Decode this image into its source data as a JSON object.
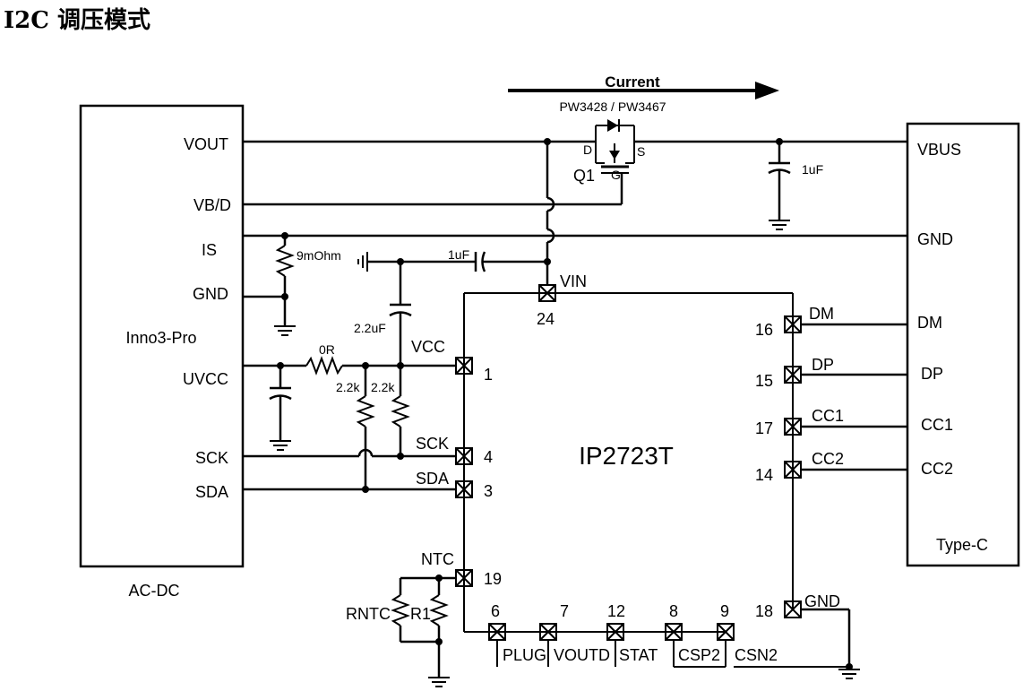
{
  "heading": "I2C 调压模式",
  "current": {
    "label": "Current",
    "part": "PW3428 / PW3467",
    "ref": "Q1",
    "pin_d": "D",
    "pin_s": "S",
    "pin_g": "G"
  },
  "acdc": {
    "name": "Inno3-Pro",
    "caption": "AC-DC",
    "pins": {
      "vout": "VOUT",
      "vbd": "VB/D",
      "is": "IS",
      "gnd": "GND",
      "uvcc": "UVCC",
      "sck": "SCK",
      "sda": "SDA"
    }
  },
  "typec": {
    "caption": "Type-C",
    "pins": {
      "vbus": "VBUS",
      "gnd": "GND",
      "dm": "DM",
      "dp": "DP",
      "cc1": "CC1",
      "cc2": "CC2"
    }
  },
  "ic": {
    "name": "IP2723T",
    "pins": {
      "vin": "VIN",
      "vin_num": "24",
      "vcc": "VCC",
      "vcc_num": "1",
      "sck": "SCK",
      "sck_num": "4",
      "sda": "SDA",
      "sda_num": "3",
      "ntc": "NTC",
      "ntc_num": "19",
      "plug": "PLUG",
      "plug_num": "6",
      "voutd": "VOUTD",
      "voutd_num": "7",
      "stat": "STAT",
      "stat_num": "12",
      "csp2": "CSP2",
      "csp2_num": "8",
      "csn2": "CSN2",
      "csn2_num": "9",
      "gnd": "GND",
      "gnd_num": "18",
      "dm": "DM",
      "dm_num": "16",
      "dp": "DP",
      "dp_num": "15",
      "cc1": "CC1",
      "cc1_num": "17",
      "cc2": "CC2",
      "cc2_num": "14"
    }
  },
  "components": {
    "sense_res": "9mOhm",
    "cap_vin": "1uF",
    "cap_vbus": "1uF",
    "cap_vcc": "2.2uF",
    "res_0r": "0R",
    "pullup1": "2.2k",
    "pullup2": "2.2k",
    "rntc": "RNTC",
    "r1": "R1"
  }
}
